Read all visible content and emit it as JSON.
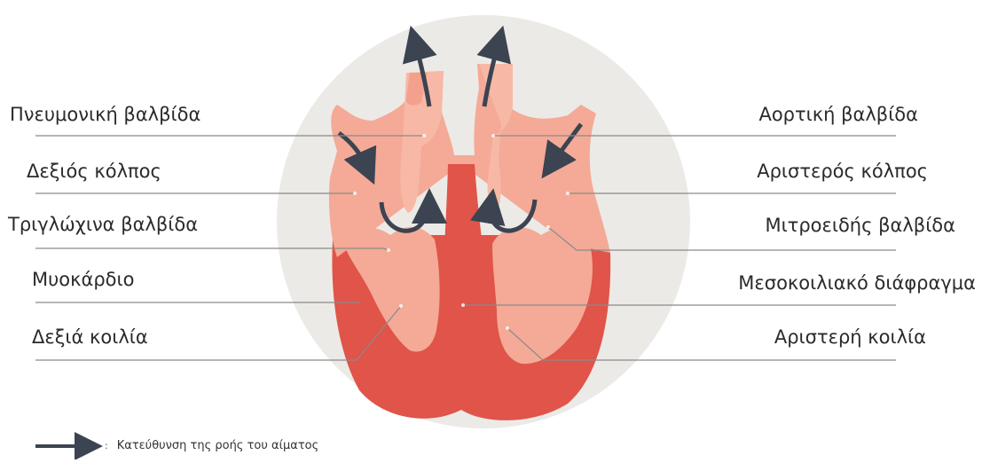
{
  "labels_left": [
    "Πνευμονική βαλβίδα",
    "Δεξιός κόλπος",
    "Τριγλώχινα βαλβίδα",
    "Μυοκάρδιο",
    "Δεξιά κοιλία"
  ],
  "labels_right": [
    "Αορτική βαλβίδα",
    "Αριστερός κόλπος",
    "Μιτροειδής βαλβίδα",
    "Μεσοκοιλιακό διάφραγμα",
    "Αριστερή κοιλία"
  ],
  "legend": {
    "text": "Κατεύθυνση της ροής του αίματος",
    "separator": ":"
  },
  "colors": {
    "background_circle": "#eceae6",
    "heart_light": "#f4aa96",
    "heart_mid": "#f0a08c",
    "heart_dark": "#e0544a",
    "arrow": "#3b4450",
    "leader_line": "#8a8a8a"
  }
}
